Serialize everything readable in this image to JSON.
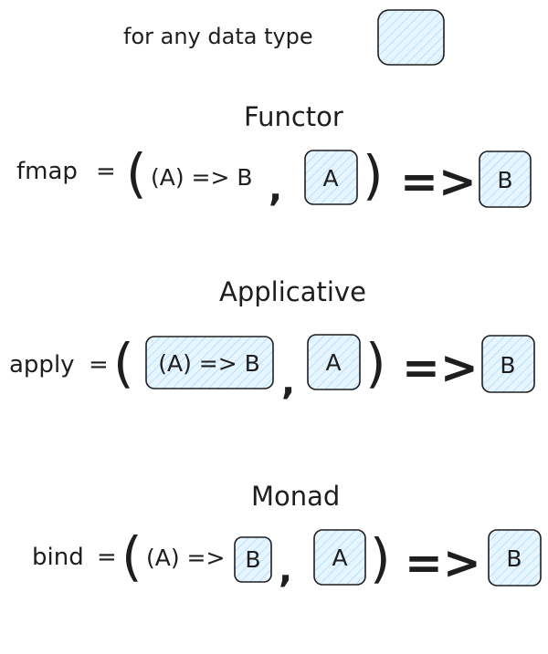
{
  "legend": {
    "label": "for any data type"
  },
  "functor": {
    "title": "Functor",
    "fn_name": "fmap",
    "eq": "=",
    "lparen": "(",
    "arg1": "(A) => B",
    "comma": ",",
    "arg2": "A",
    "rparen": ")",
    "arrow": "=>",
    "result": "B"
  },
  "applicative": {
    "title": "Applicative",
    "fn_name": "apply",
    "eq": "=",
    "lparen": "(",
    "arg1": "(A) => B",
    "comma": ",",
    "arg2": "A",
    "rparen": ")",
    "arrow": "=>",
    "result": "B"
  },
  "monad": {
    "title": "Monad",
    "fn_name": "bind",
    "eq": "=",
    "lparen": "(",
    "arg1_prefix": "(A) =>",
    "arg1_boxed": "B",
    "comma": ",",
    "arg2": "A",
    "rparen": ")",
    "arrow": "=>",
    "result": "B"
  },
  "colors": {
    "ink": "#1e1e1e",
    "box_fill": "#e7f5ff",
    "hatch": "#a5d8ff"
  }
}
